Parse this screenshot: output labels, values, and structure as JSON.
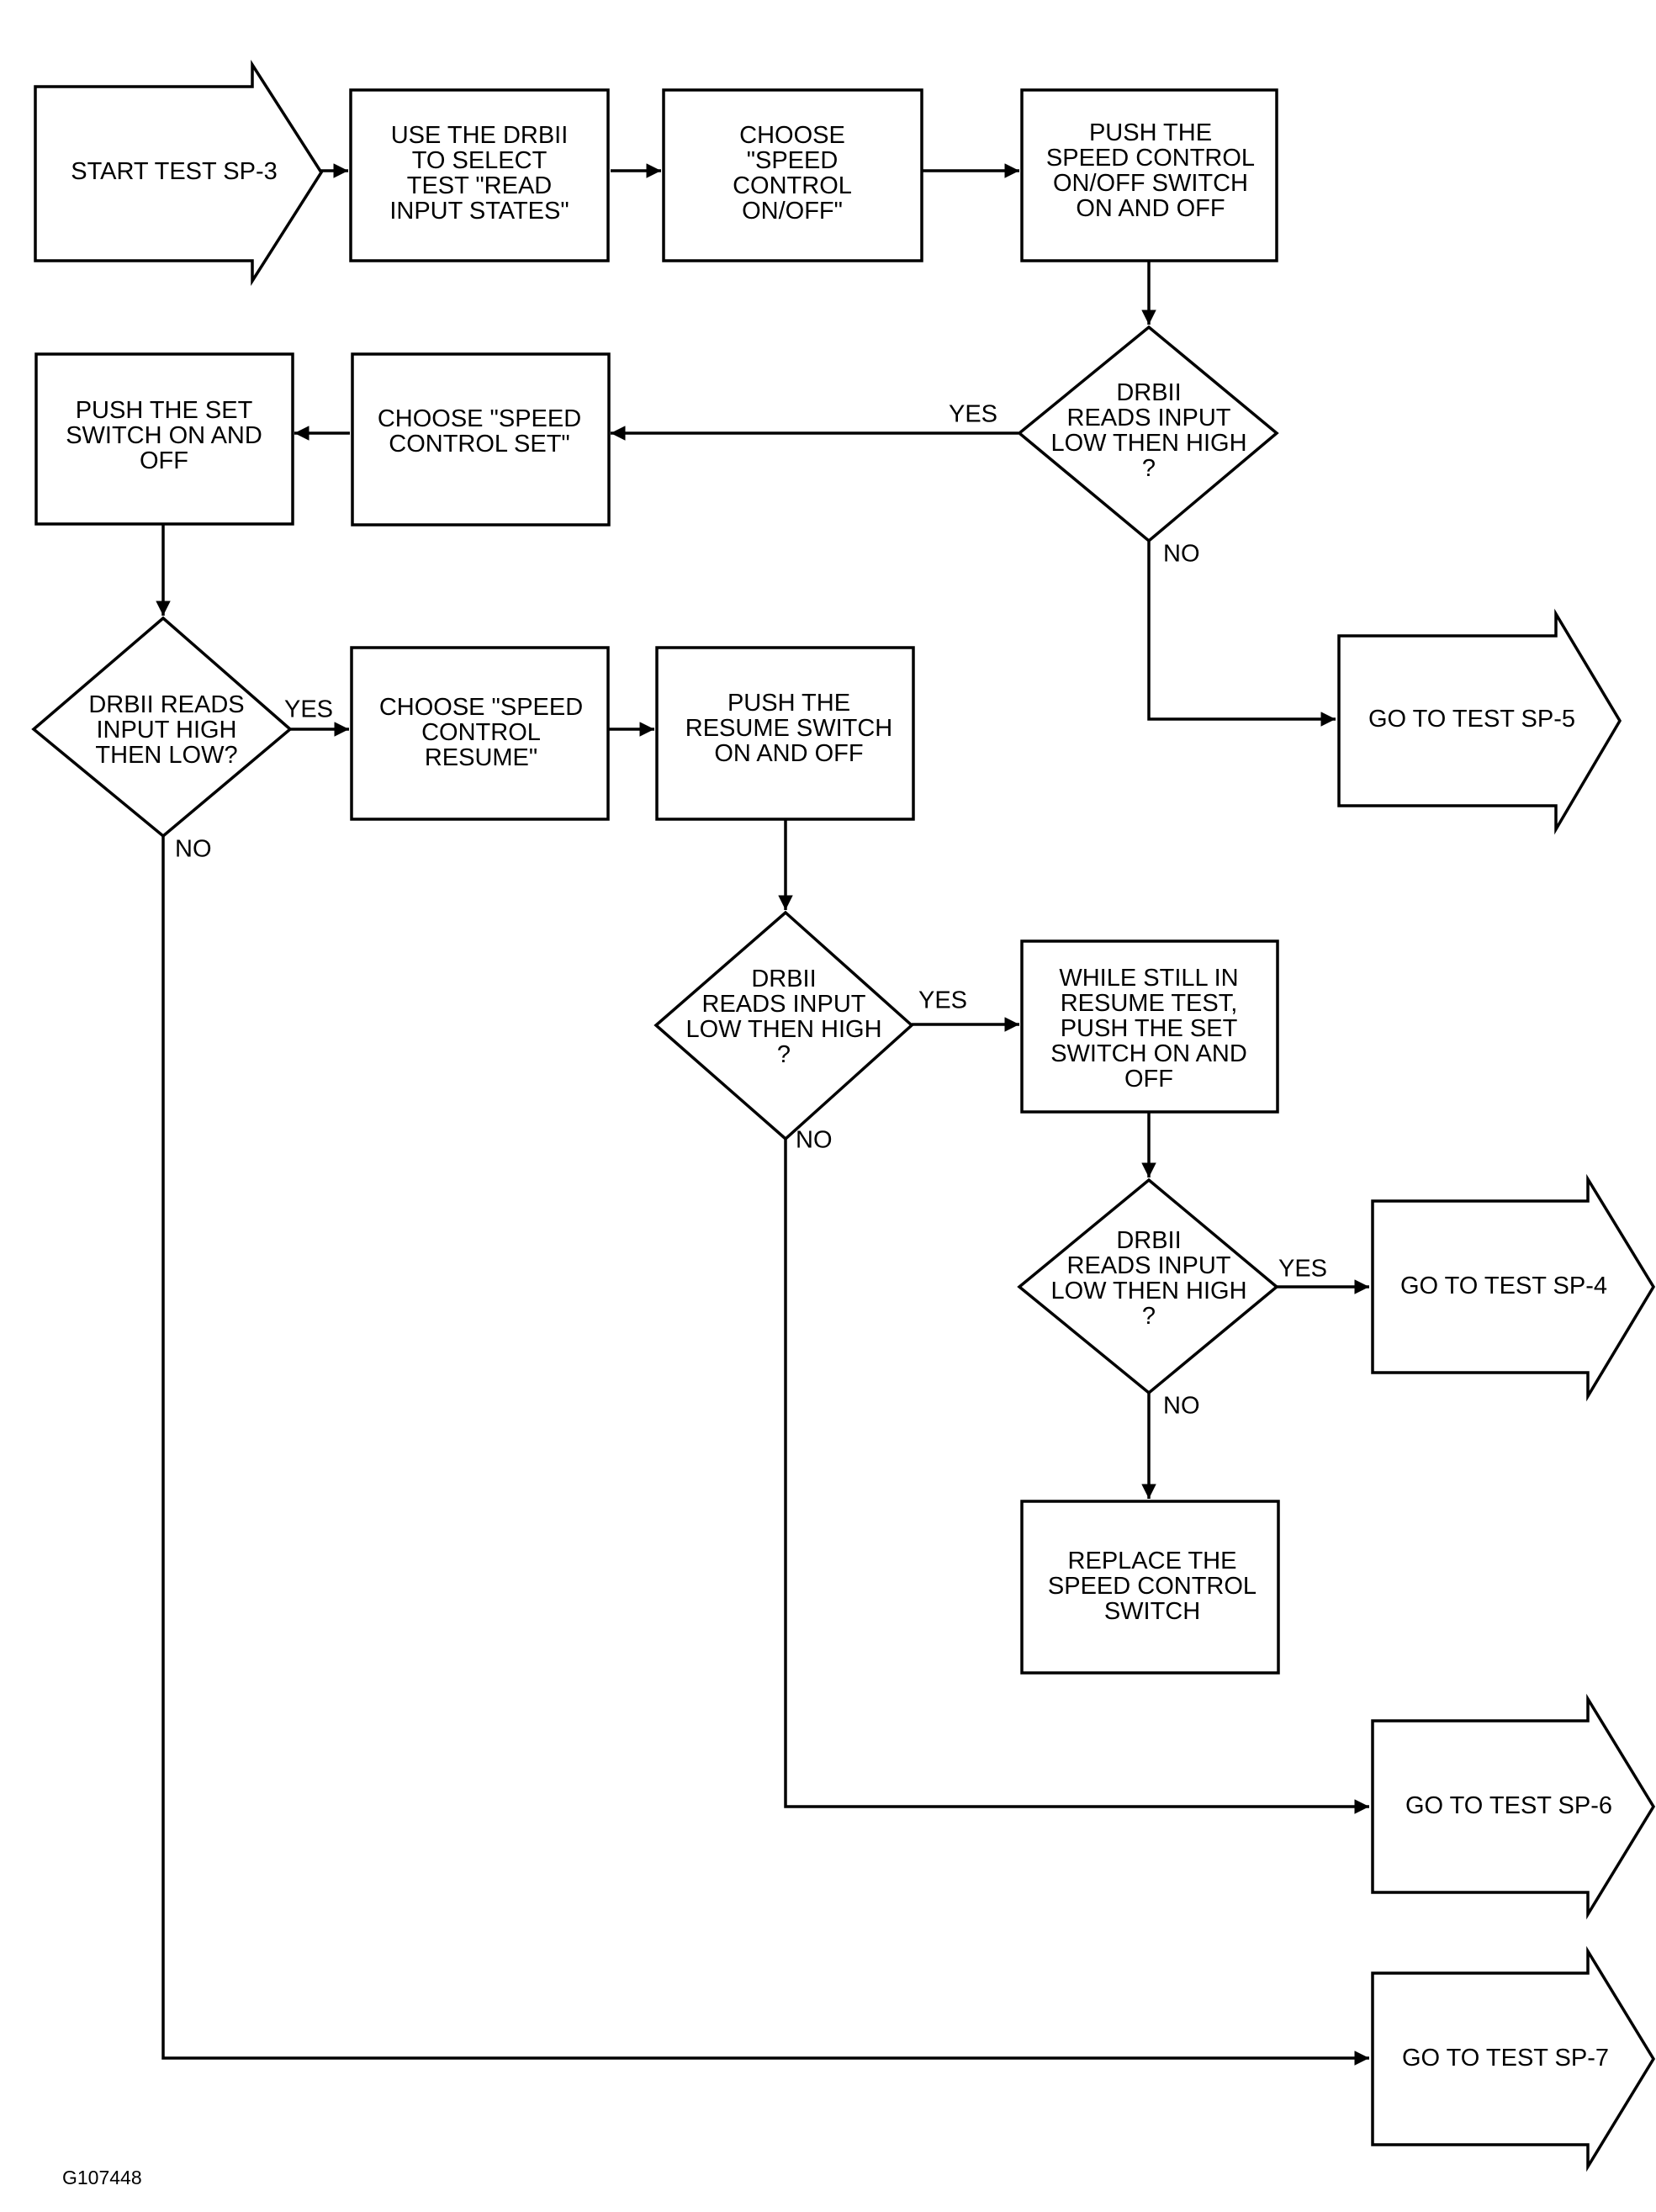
{
  "nodes": {
    "start": [
      "START TEST SP-3"
    ],
    "use_drbii": [
      "USE THE DRBII",
      "TO SELECT",
      "TEST \"READ",
      "INPUT STATES\""
    ],
    "choose_onoff": [
      "CHOOSE",
      "\"SPEED",
      "CONTROL",
      "ON/OFF\""
    ],
    "push_onoff": [
      "PUSH THE",
      "SPEED CONTROL",
      "ON/OFF SWITCH",
      "ON AND OFF"
    ],
    "dec1": [
      "DRBII",
      "READS INPUT",
      "LOW THEN HIGH",
      "?"
    ],
    "choose_set": [
      "CHOOSE \"SPEED",
      "CONTROL SET\""
    ],
    "push_set": [
      "PUSH THE SET",
      "SWITCH ON AND",
      "OFF"
    ],
    "goto_sp5": [
      "GO TO TEST SP-5"
    ],
    "dec2": [
      "DRBII READS",
      "INPUT HIGH",
      "THEN LOW?"
    ],
    "choose_resume": [
      "CHOOSE \"SPEED",
      "CONTROL",
      "RESUME\""
    ],
    "push_resume": [
      "PUSH THE",
      "RESUME SWITCH",
      "ON AND OFF"
    ],
    "dec3": [
      "DRBII",
      "READS INPUT",
      "LOW THEN HIGH",
      "?"
    ],
    "while_resume": [
      "WHILE STILL IN",
      "RESUME TEST,",
      "PUSH THE SET",
      "SWITCH ON AND",
      "OFF"
    ],
    "dec4": [
      "DRBII",
      "READS INPUT",
      "LOW THEN HIGH",
      "?"
    ],
    "goto_sp4": [
      "GO TO TEST SP-4"
    ],
    "replace_switch": [
      "REPLACE THE",
      "SPEED CONTROL",
      "SWITCH"
    ],
    "goto_sp6": [
      "GO TO TEST SP-6"
    ],
    "goto_sp7": [
      "GO TO TEST SP-7"
    ]
  },
  "labels": {
    "dec1_yes": "YES",
    "dec1_no": "NO",
    "dec2_yes": "YES",
    "dec2_no": "NO",
    "dec3_yes": "YES",
    "dec3_no": "NO",
    "dec4_yes": "YES",
    "dec4_no": "NO"
  },
  "figure_id": "G107448"
}
